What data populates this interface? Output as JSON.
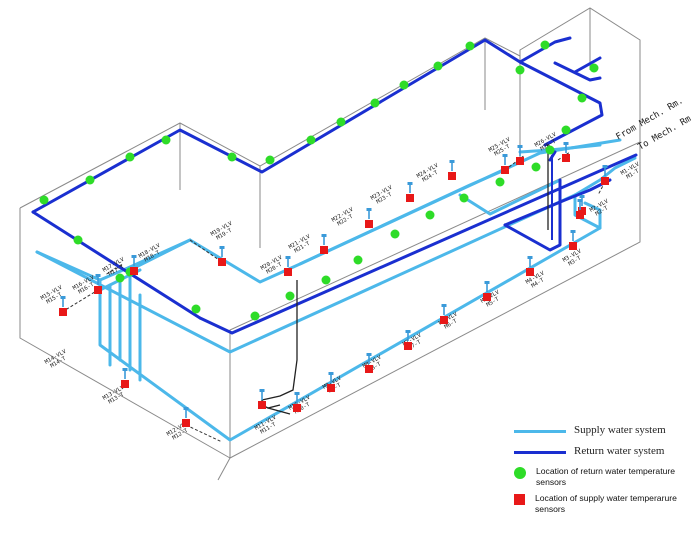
{
  "colors": {
    "supply": "#4cb8ea",
    "return": "#1a2fd0",
    "return_sensor": "#2edc28",
    "supply_sensor": "#e81818",
    "valve": "#3a9ad9"
  },
  "mech_labels": {
    "from": "From Mech. Rm.",
    "to": "To Mech. Rm."
  },
  "tags": [
    {
      "id": "M1-VLV M1-T"
    },
    {
      "id": "M2-VLV M2-T"
    },
    {
      "id": "M3-VLV M3-T"
    },
    {
      "id": "M4-VLV M4-T"
    },
    {
      "id": "M5-VLV M5-T"
    },
    {
      "id": "M6-VLV M6-T"
    },
    {
      "id": "M7-VLV M7-T"
    },
    {
      "id": "M8-VLV M8-T"
    },
    {
      "id": "M9-VLV M9-T"
    },
    {
      "id": "M10-VLV M10-T"
    },
    {
      "id": "M11-VLV M11-T"
    },
    {
      "id": "M12-VLV M12-T"
    },
    {
      "id": "M13-VLV M13-T"
    },
    {
      "id": "M14-VLV M14-T"
    },
    {
      "id": "M15-VLV M15-T"
    },
    {
      "id": "M16-VLV M16-T"
    },
    {
      "id": "M17-VLV M17-T"
    },
    {
      "id": "M18-VLV M18-T"
    },
    {
      "id": "M19-VLV M19-T"
    },
    {
      "id": "M20-VLV M20-T"
    },
    {
      "id": "M21-VLV M21-T"
    },
    {
      "id": "M22-VLV M22-T"
    },
    {
      "id": "M23-VLV M23-T"
    },
    {
      "id": "M24-VLV M24-T"
    },
    {
      "id": "M25-VLV M25-T"
    },
    {
      "id": "M26-VLV M26-T"
    }
  ],
  "legend": {
    "supply": "Supply water system",
    "return": "Return water system",
    "return_sensor": "Location of return water temperature sensors",
    "supply_sensor": "Location of supply water temperarure sensors"
  }
}
